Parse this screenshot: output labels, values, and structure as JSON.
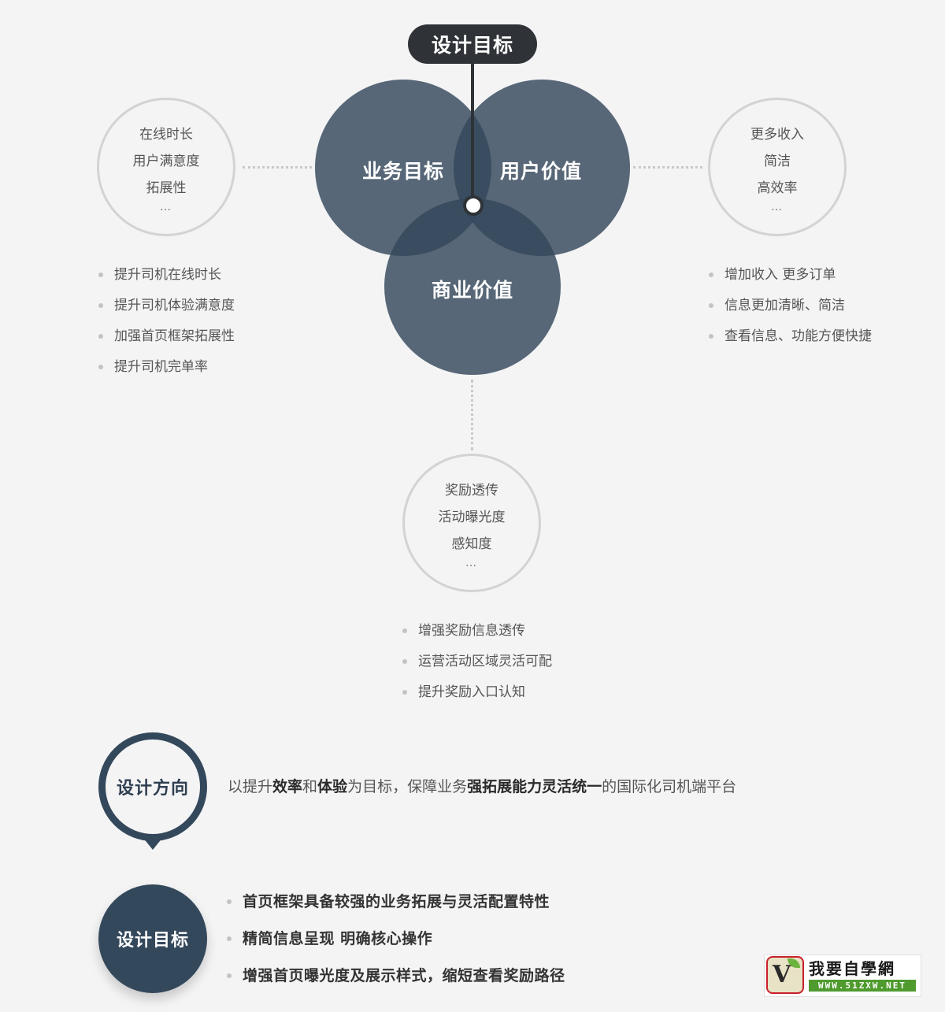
{
  "top_title": "设计目标",
  "venn": {
    "business": "业务目标",
    "user": "用户价值",
    "commercial": "商业价值"
  },
  "left_circle": {
    "lines": [
      "在线时长",
      "用户满意度",
      "拓展性"
    ],
    "ellipsis": "…"
  },
  "right_circle": {
    "lines": [
      "更多收入",
      "简洁",
      "高效率"
    ],
    "ellipsis": "…"
  },
  "bottom_circle": {
    "lines": [
      "奖励透传",
      "活动曝光度",
      "感知度"
    ],
    "ellipsis": "…"
  },
  "left_bullets": [
    "提升司机在线时长",
    "提升司机体验满意度",
    "加强首页框架拓展性",
    "提升司机完单率"
  ],
  "right_bullets": [
    "增加收入 更多订单",
    "信息更加清晰、简洁",
    "查看信息、功能方便快捷"
  ],
  "bottom_bullets": [
    "增强奖励信息透传",
    "运营活动区域灵活可配",
    "提升奖励入口认知"
  ],
  "direction": {
    "badge": "设计方向",
    "text": {
      "p1": "以提升",
      "b1": "效率",
      "p2": "和",
      "b2": "体验",
      "p3": "为目标，保障业务",
      "b3": "强拓展能力灵活统一",
      "p4": "的国际化司机端平台"
    }
  },
  "goals": {
    "badge": "设计目标",
    "items": [
      "首页框架具备较强的业务拓展与灵活配置特性",
      "精简信息呈现 明确核心操作",
      "增强首页曝光度及展示样式，缩短查看奖励路径"
    ]
  },
  "logo": {
    "mark": "V",
    "title": "我要自學網",
    "url": "WWW.51ZXW.NET"
  },
  "colors": {
    "venn": "#34485c",
    "pill": "#2f3337",
    "background": "#f4f4f5"
  }
}
